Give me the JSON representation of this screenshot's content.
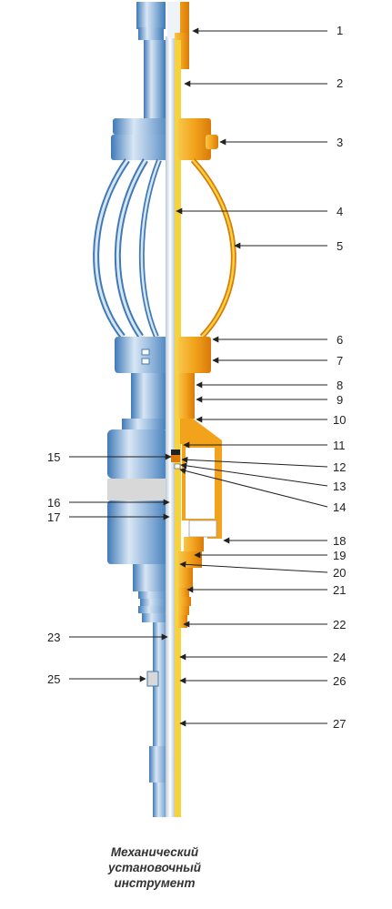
{
  "caption": [
    "Механический",
    "установочный",
    "инструмент"
  ],
  "labels": {
    "right": [
      "1",
      "2",
      "3",
      "4",
      "5",
      "6",
      "7",
      "8",
      "9",
      "10",
      "11",
      "12",
      "13",
      "14",
      "18",
      "19",
      "20",
      "21",
      "22",
      "24",
      "26",
      "27"
    ],
    "left": [
      "15",
      "16",
      "17",
      "23",
      "25"
    ]
  },
  "colors": {
    "steel_light": "#d8e6f4",
    "steel_mid": "#9fbfe0",
    "steel_dark": "#3f7ab8",
    "orange": "#f2a21b",
    "orange_dark": "#d97a0a",
    "yellow": "#f6d23c",
    "rod": "#eef3f8"
  }
}
